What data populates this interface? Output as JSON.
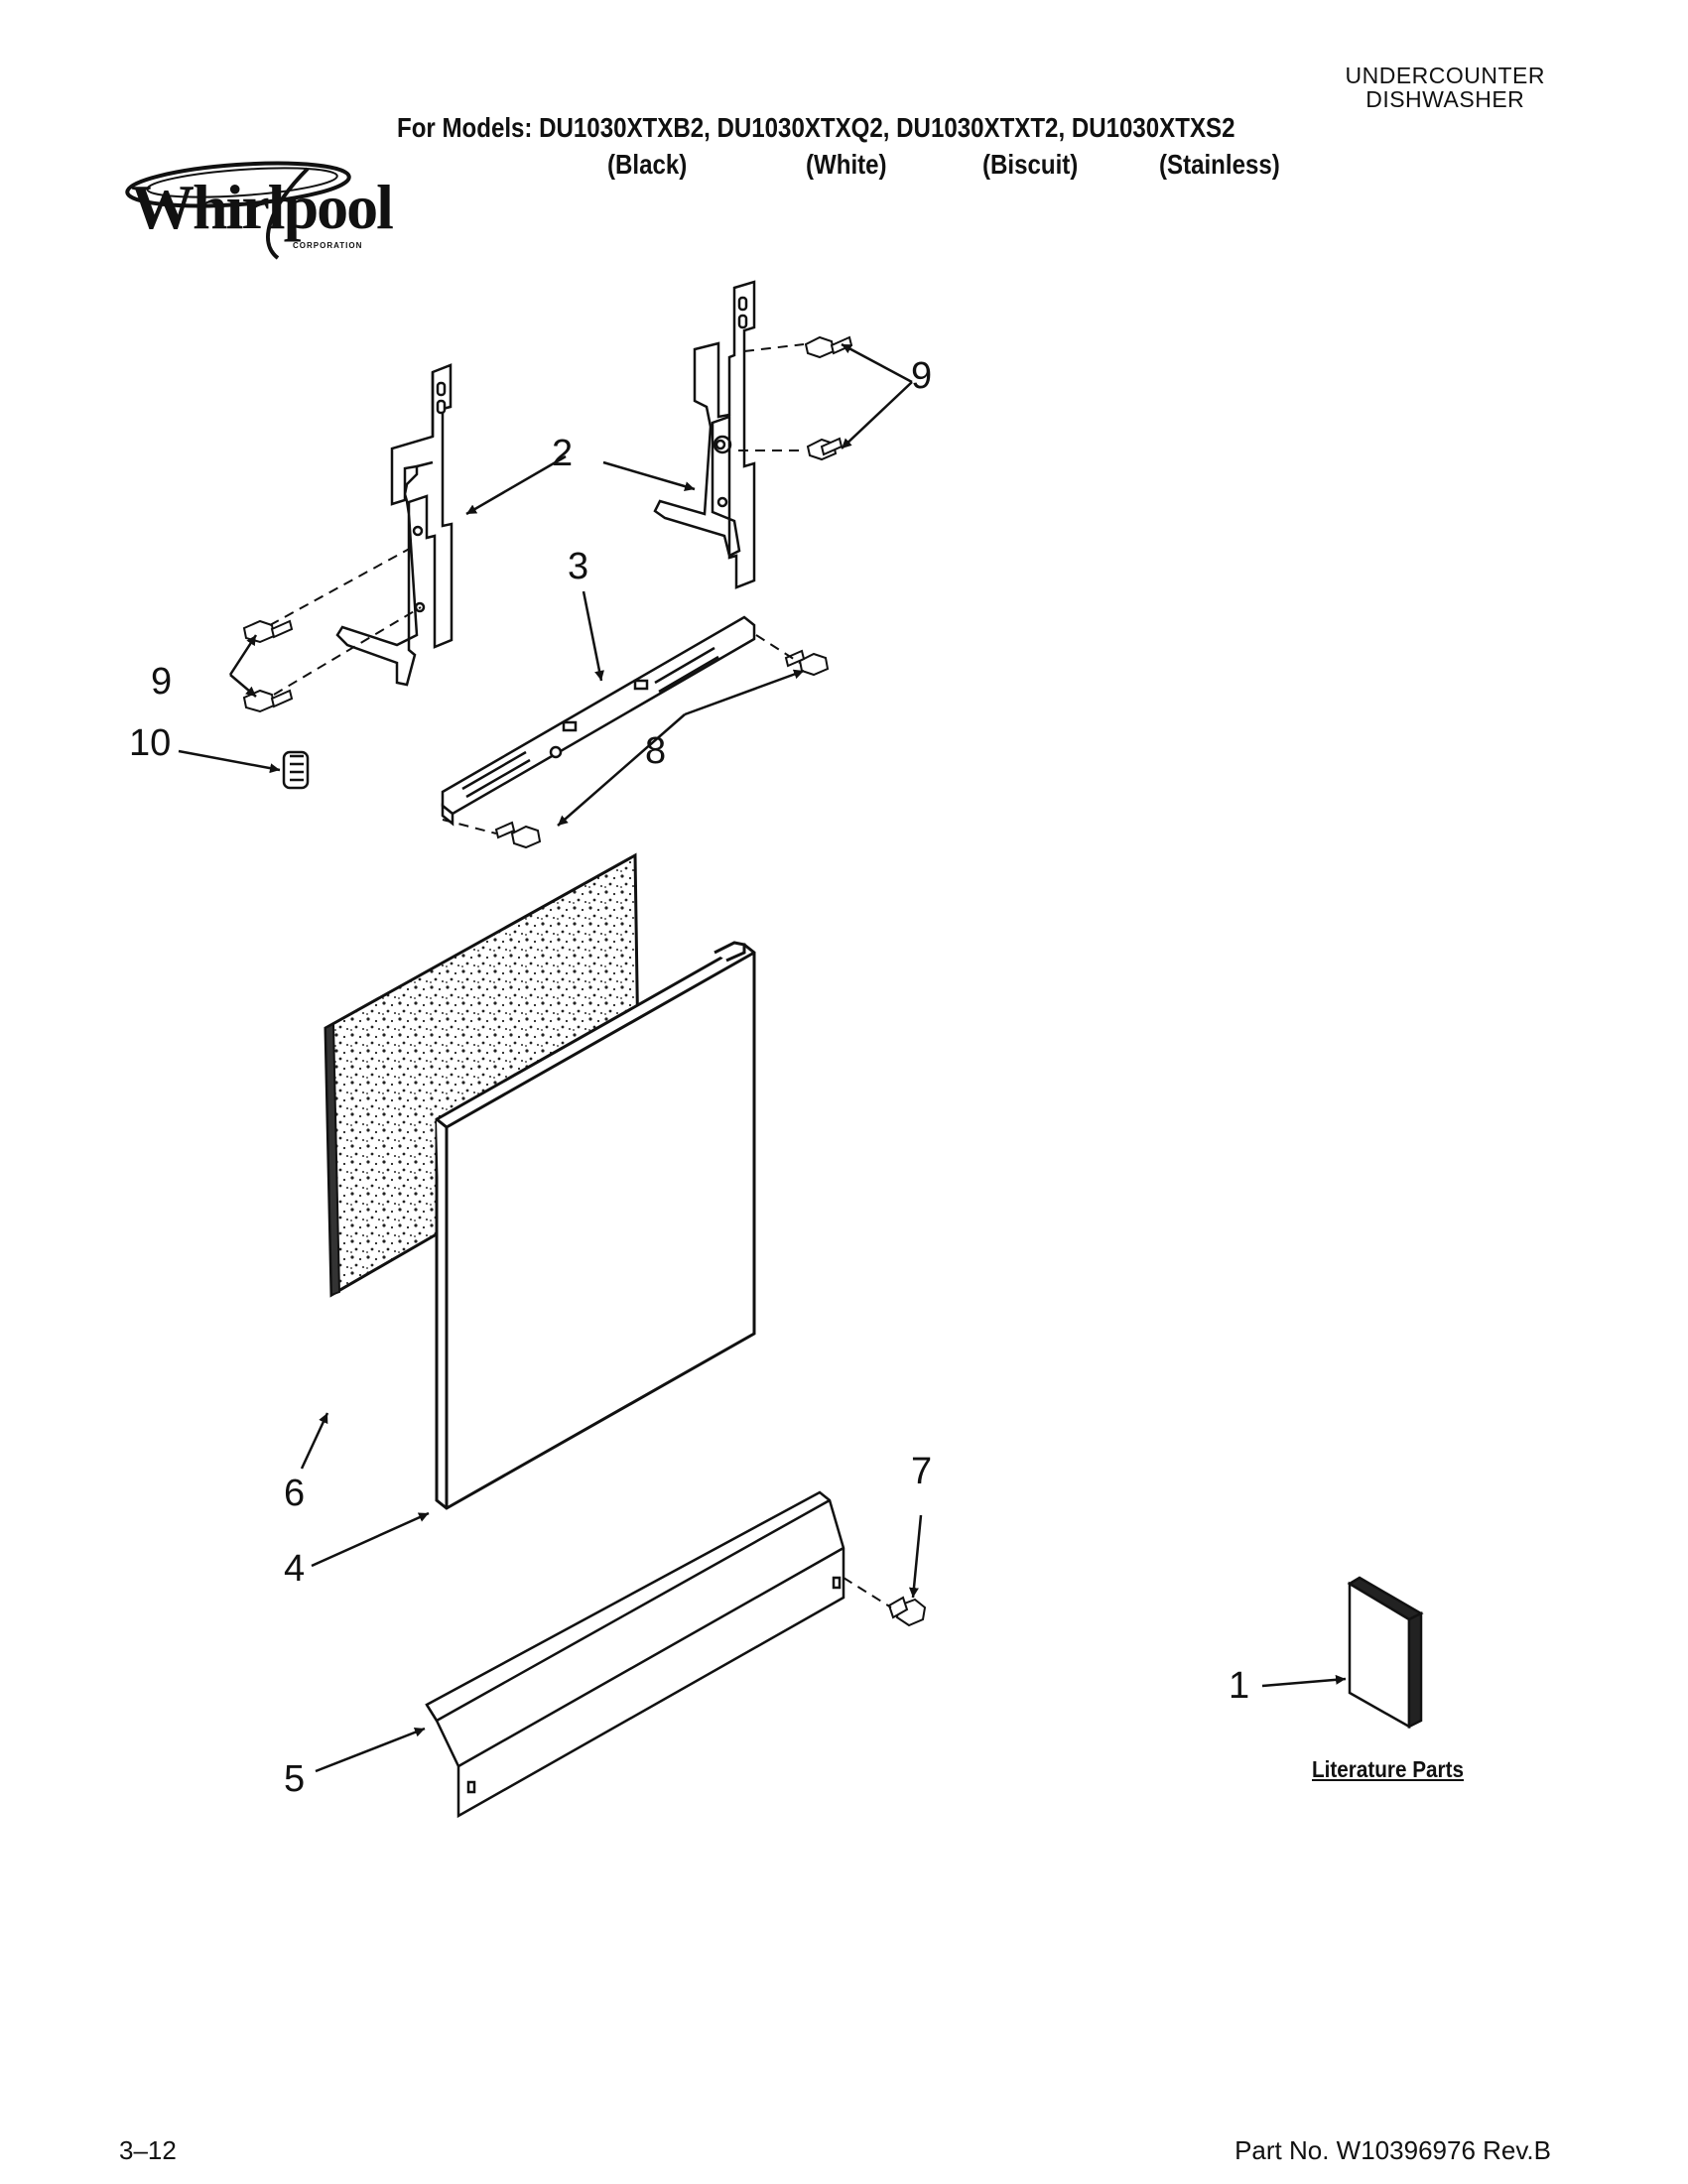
{
  "header": {
    "category_line1": "UNDERCOUNTER",
    "category_line2": "DISHWASHER",
    "models": "For Models: DU1030XTXB2, DU1030XTXQ2, DU1030XTXT2, DU1030XTXS2",
    "finishes": [
      "(Black)",
      "(White)",
      "(Biscuit)",
      "(Stainless)"
    ]
  },
  "logo": {
    "word": "Whirlpool",
    "corporation": "CORPORATION"
  },
  "callouts": {
    "c1": "1",
    "c2": "2",
    "c3": "3",
    "c4": "4",
    "c5": "5",
    "c6": "6",
    "c7": "7",
    "c8": "8",
    "c9a": "9",
    "c9b": "9",
    "c10": "10"
  },
  "literature_label": "Literature Parts",
  "footer": {
    "page": "3–12",
    "part_number": "Part No. W10396976 Rev.B"
  }
}
